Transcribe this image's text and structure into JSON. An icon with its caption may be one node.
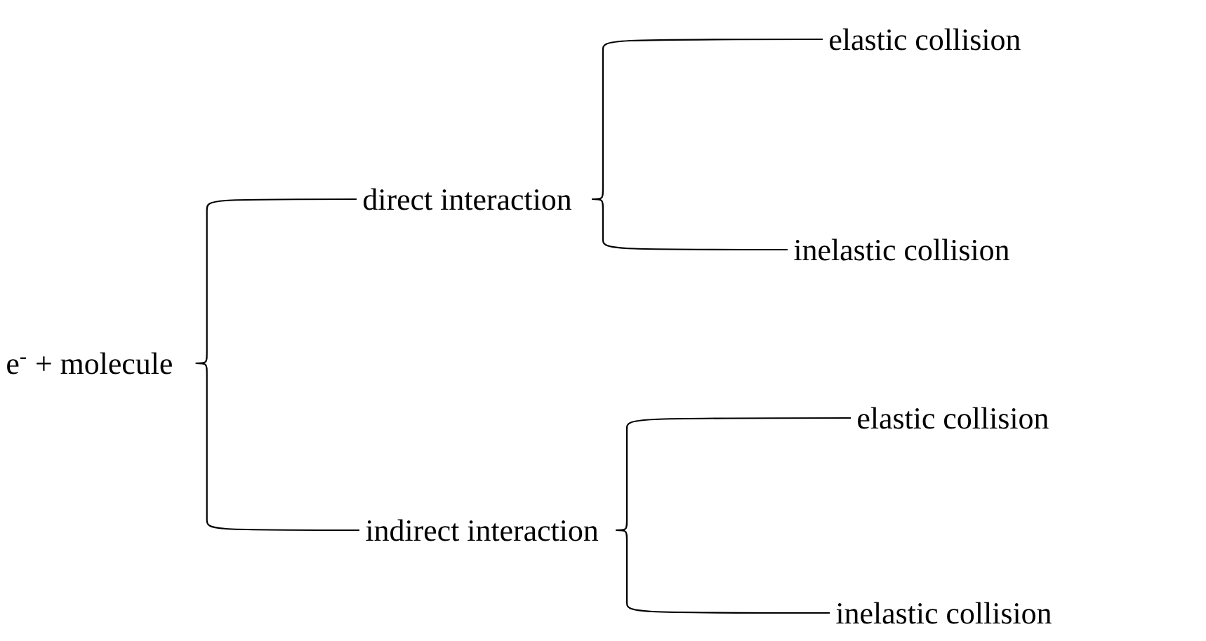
{
  "diagram": {
    "nodes": [
      {
        "text": [
          "e$^{-}$ + molecule"
        ]
      },
      {
        "text": [
          "direct interaction"
        ]
      },
      {
        "text": [
          "elastic collision"
        ]
      },
      {
        "text": [
          "inelastic collision"
        ]
      },
      {
        "text": [
          "indirect interaction"
        ]
      },
      {
        "text": [
          "elastic collision"
        ]
      },
      {
        "text": [
          "inelastic collision"
        ]
      }
    ],
    "edges": [
      {
        "from": 0,
        "to": 1,
        "arrow": "none"
      },
      {
        "from": 0,
        "to": 4,
        "arrow": "none"
      },
      {
        "from": 1,
        "to": 2,
        "arrow": "none"
      },
      {
        "from": 1,
        "to": 3,
        "arrow": "none"
      },
      {
        "from": 4,
        "to": 5,
        "arrow": "none"
      },
      {
        "from": 4,
        "to": 6,
        "arrow": "none"
      }
    ]
  }
}
